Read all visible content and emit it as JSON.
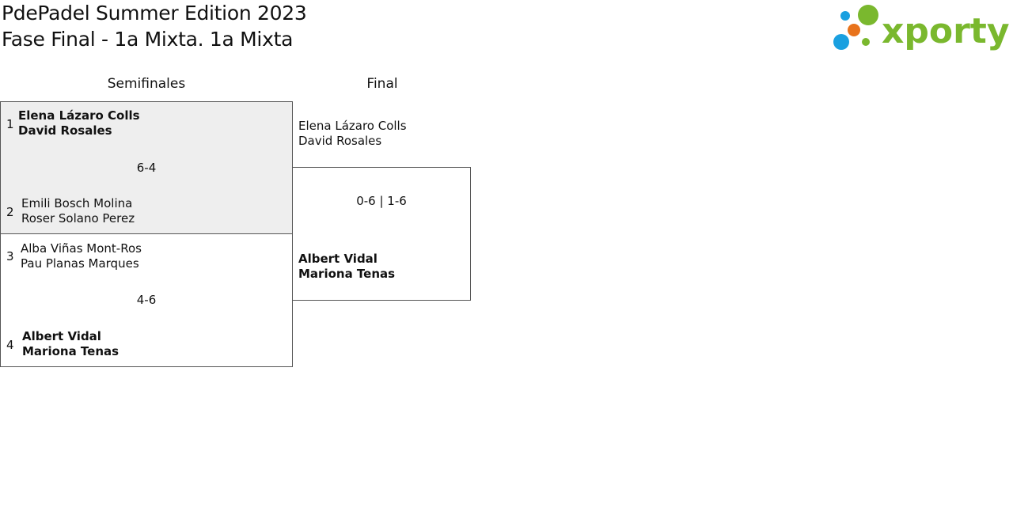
{
  "header": {
    "title_line1": "PdePadel Summer Edition 2023",
    "title_line2": "Fase Final - 1a Mixta. 1a Mixta"
  },
  "logo": {
    "text": "xporty"
  },
  "rounds": {
    "semifinal_label": "Semifinales",
    "final_label": "Final"
  },
  "semifinals": [
    {
      "score": "6-4",
      "top": {
        "seed": "1",
        "players": [
          "Elena Lázaro Colls",
          "David Rosales"
        ],
        "winner": true
      },
      "bottom": {
        "seed": "2",
        "players": [
          "Emili Bosch Molina",
          "Roser Solano Perez"
        ],
        "winner": false
      }
    },
    {
      "score": "4-6",
      "top": {
        "seed": "3",
        "players": [
          "Alba Viñas Mont-Ros",
          "Pau Planas Marques"
        ],
        "winner": false
      },
      "bottom": {
        "seed": "4",
        "players": [
          "Albert Vidal",
          "Mariona Tenas"
        ],
        "winner": true
      }
    }
  ],
  "final": {
    "score": "0-6 | 1-6",
    "top": {
      "players": [
        "Elena Lázaro Colls",
        "David Rosales"
      ],
      "winner": false
    },
    "bottom": {
      "players": [
        "Albert Vidal",
        "Mariona Tenas"
      ],
      "winner": true
    }
  },
  "colors": {
    "logo_green": "#7ab82e",
    "logo_blue": "#1aa0e0",
    "logo_orange": "#e8731c",
    "highlight_row": "#eeeeee"
  }
}
